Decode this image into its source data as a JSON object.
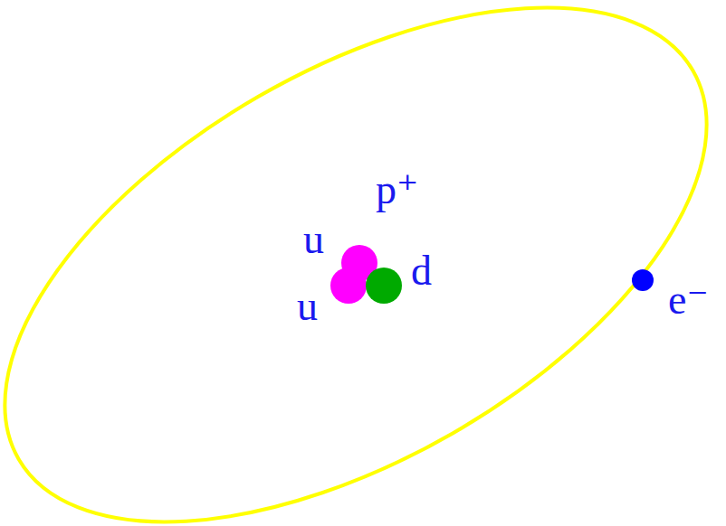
{
  "diagram": {
    "labels": [
      "p⁺",
      "u",
      "u",
      "d",
      "e⁻"
    ]
  }
}
